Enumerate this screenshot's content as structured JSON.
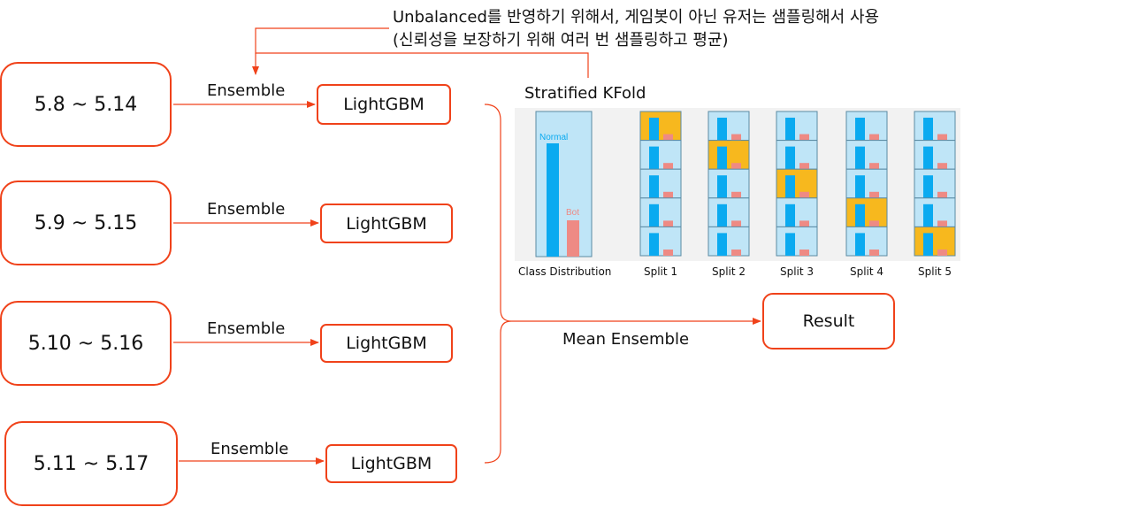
{
  "annotation": {
    "line1": "Unbalanced를 반영하기 위해서, 게임봇이 아닌 유저는 샘플링해서 사용",
    "line2": "(신뢰성을 보장하기 위해 여러 번 샘플링하고 평균)"
  },
  "rows": [
    {
      "range": "5.8 ~ 5.14",
      "edge_label": "Ensemble",
      "model": "LightGBM"
    },
    {
      "range": "5.9 ~ 5.15",
      "edge_label": "Ensemble",
      "model": "LightGBM"
    },
    {
      "range": "5.10 ~ 5.16",
      "edge_label": "Ensemble",
      "model": "LightGBM"
    },
    {
      "range": "5.11 ~ 5.17",
      "edge_label": "Ensemble",
      "model": "LightGBM"
    }
  ],
  "kfold": {
    "title": "Stratified  KFold",
    "class_distribution_label": "Class Distribution",
    "normal_label": "Normal",
    "bot_label": "Bot",
    "splits": [
      "Split 1",
      "Split 2",
      "Split 3",
      "Split 4",
      "Split 5"
    ],
    "colors": {
      "normal": "#0aaaf0",
      "bot": "#ee8a84",
      "cell": "#bfe5f7",
      "highlight": "#f7b81e"
    }
  },
  "merge_label": "Mean  Ensemble",
  "result_label": "Result",
  "accent": "#f0421a"
}
